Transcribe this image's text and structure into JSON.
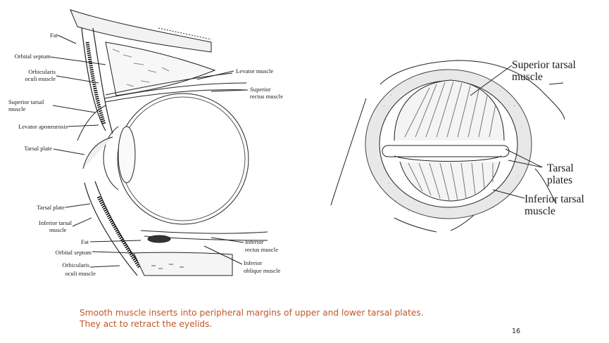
{
  "left_diagram": {
    "labels": [
      "Fat",
      "Orbital septum",
      "Orbicularis",
      "oculi muscle",
      "Levator muscle",
      "Superior",
      "rectus muscle",
      "Superior tarsal",
      "muscle",
      "Levator aponeurosis",
      "Tarsal plate",
      "Tarsal plate",
      "Inferior tarsal",
      "muscle",
      "Fat",
      "Orbital septum",
      "Orbicularis",
      "oculi muscle",
      "Inferior",
      "rectus muscle",
      "Inferior",
      "oblique muscle"
    ]
  },
  "right_diagram": {
    "labels": [
      "Superior tarsal",
      "muscle",
      "Tarsal",
      "plates",
      "Inferior tarsal",
      "muscle"
    ]
  },
  "caption": {
    "line1": "Smooth muscle inserts into peripheral margins of upper and lower tarsal plates.",
    "line2": "They act to retract the eyelids."
  },
  "page_number": "16",
  "colors": {
    "caption": "#c0562a",
    "ink": "#1a1a1a"
  }
}
